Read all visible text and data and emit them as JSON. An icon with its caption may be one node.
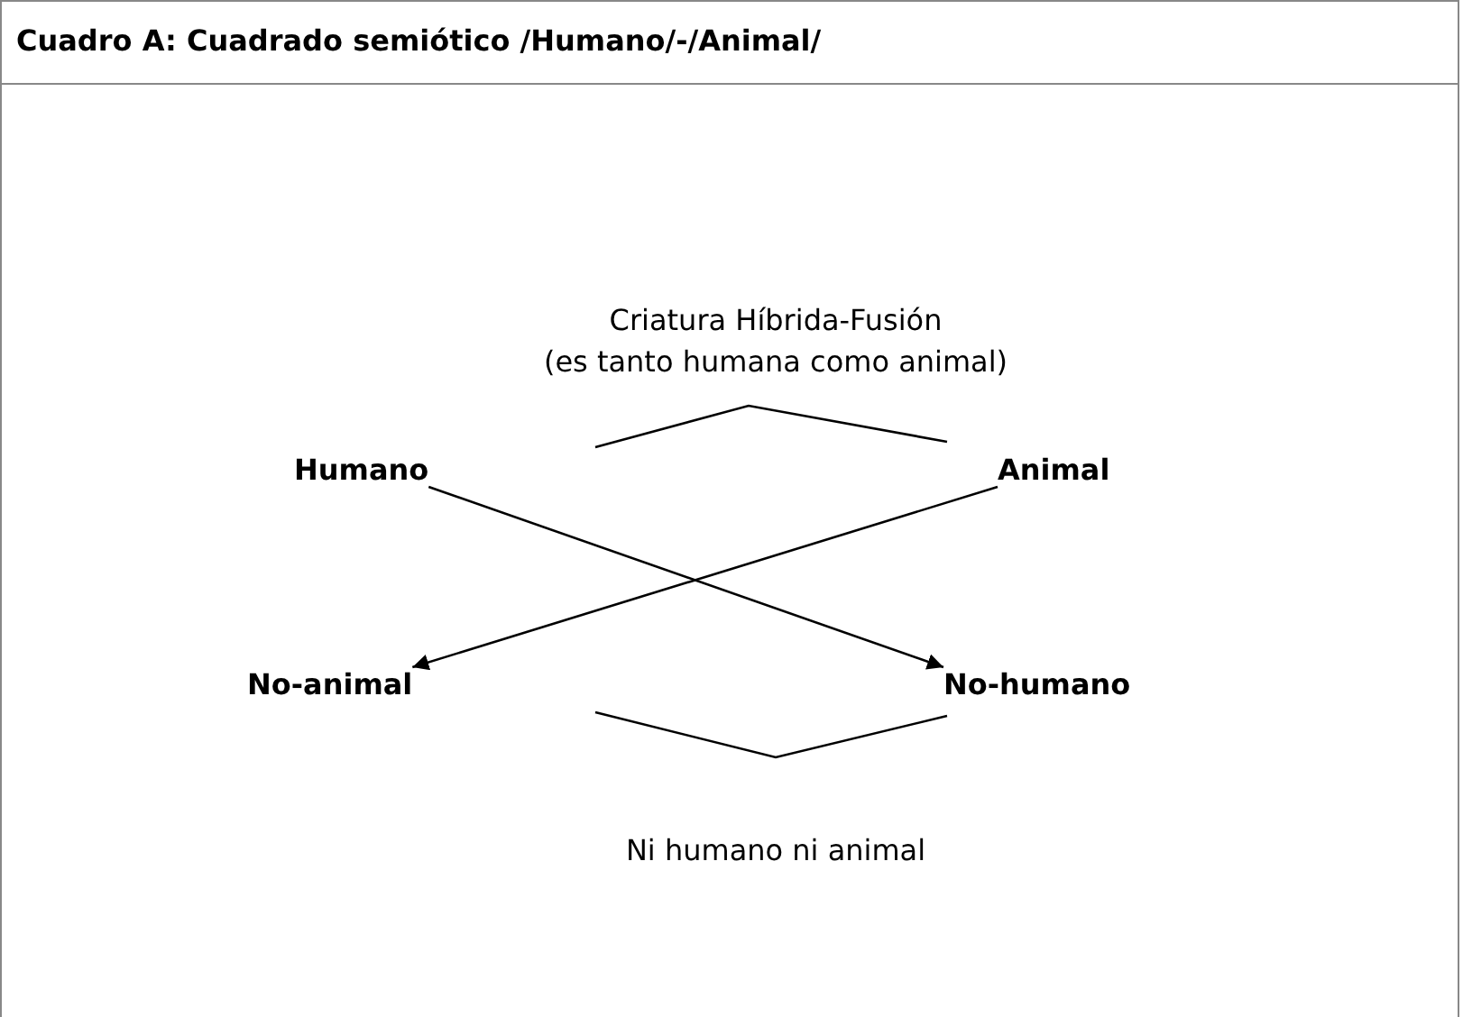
{
  "diagram": {
    "title": "Cuadro A: Cuadrado semiótico /Humano/-/Animal/",
    "nodes": [
      {
        "text": [
          "Humano"
        ]
      },
      {
        "text": [
          "Animal"
        ]
      },
      {
        "text": [
          "No-animal"
        ]
      },
      {
        "text": [
          "No-humano"
        ]
      }
    ],
    "edges": [
      {
        "from": 0,
        "to": 3,
        "arrow": "to"
      },
      {
        "from": 1,
        "to": 2,
        "arrow": "to"
      }
    ],
    "labels": [
      "Criatura Híbrida-Fusión",
      "(es tanto humana como animal)",
      "Ni humano ni animal"
    ]
  }
}
